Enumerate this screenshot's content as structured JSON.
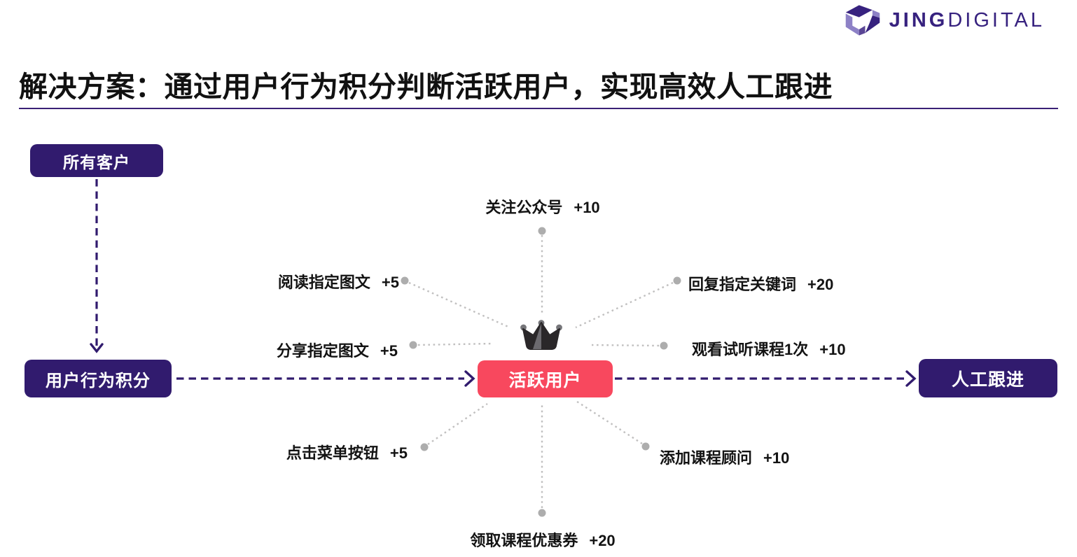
{
  "logo": {
    "brand_bold": "JING",
    "brand_light": "DIGITAL"
  },
  "title": "解决方案：通过用户行为积分判断活跃用户，实现高效人工跟进",
  "flow": {
    "all_customers": "所有客户",
    "behavior_points": "用户行为积分",
    "active_user": "活跃用户",
    "manual_followup": "人工跟进"
  },
  "score_actions": [
    {
      "label": "关注公众号",
      "points": "+10"
    },
    {
      "label": "阅读指定图文",
      "points": "+5"
    },
    {
      "label": "回复指定关键词",
      "points": "+20"
    },
    {
      "label": "分享指定图文",
      "points": "+5"
    },
    {
      "label": "观看试听课程1次",
      "points": "+10"
    },
    {
      "label": "点击菜单按钮",
      "points": "+5"
    },
    {
      "label": "添加课程顾问",
      "points": "+10"
    },
    {
      "label": "领取课程优惠券",
      "points": "+20"
    }
  ],
  "colors": {
    "primary_purple": "#311b6e",
    "accent_red": "#f8485e",
    "underline_purple": "#3a2076",
    "ray_gray": "#c1c0c0",
    "dot_gray": "#adadad",
    "text_black": "#131313",
    "logo_purple_dark": "#37227f",
    "logo_purple_light": "#8d81c6",
    "crown_dark": "#2a2729",
    "crown_light": "#6c6a6f",
    "crown_ball": "#76767a"
  }
}
